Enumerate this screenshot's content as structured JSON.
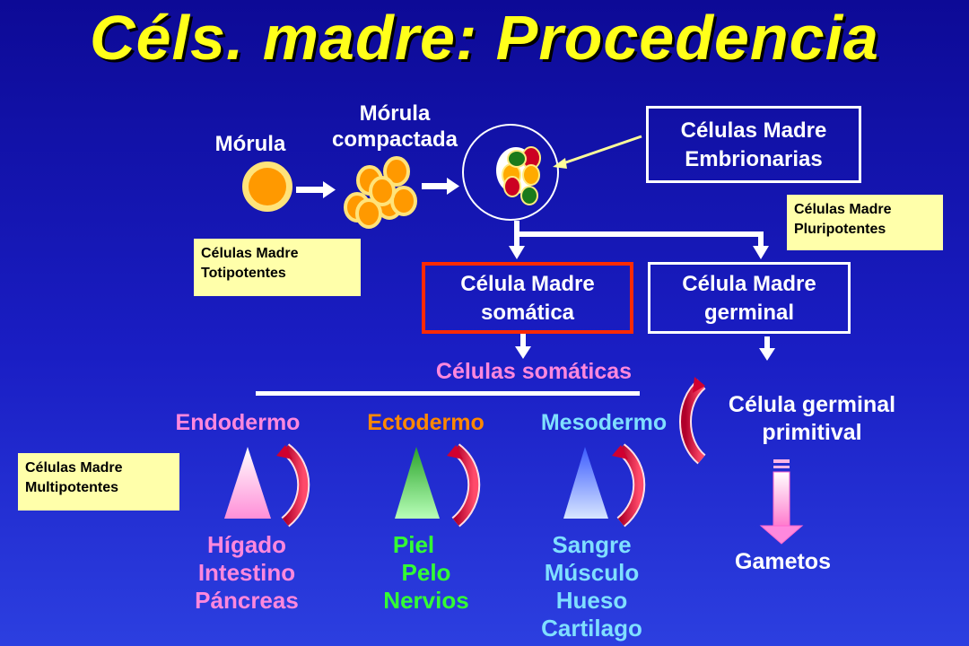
{
  "title": "Céls. madre: Procedencia",
  "stages": {
    "morula": "Mórula",
    "morula_compactada_1": "Mórula",
    "morula_compactada_2": "compactada"
  },
  "notes": {
    "totipotentes_1": "Células  Madre",
    "totipotentes_2": "Totipotentes",
    "pluripotentes_1": "Células  Madre",
    "pluripotentes_2": "Pluripotentes",
    "multipotentes_1": "Células Madre",
    "multipotentes_2": "Multipotentes"
  },
  "boxes": {
    "embrionarias_1": "Células Madre",
    "embrionarias_2": "Embrionarias",
    "somatica_1": "Célula Madre",
    "somatica_2": "somática",
    "germinal_1": "Célula Madre",
    "germinal_2": "germinal"
  },
  "somatic_cells_label": "Células somáticas",
  "layers": {
    "endodermo": "Endodermo",
    "ectodermo": "Ectodermo",
    "mesodermo": "Mesodermo"
  },
  "germinal_primitive_1": "Célula germinal",
  "germinal_primitive_2": "primitival",
  "endodermo_products": [
    "Hígado",
    "Intestino",
    "Páncreas"
  ],
  "ectodermo_products": [
    "Piel",
    "Pelo",
    "Nervios"
  ],
  "mesodermo_products": [
    "Sangre",
    "Músculo",
    "Hueso",
    "Cartilago"
  ],
  "gametos": "Gametos",
  "colors": {
    "title": "#ffff1a",
    "endodermo": "#ff88dd",
    "ectodermo": "#ff8800",
    "mesodermo": "#7fdfff",
    "nervios_green": "#33ff33",
    "highlight_box": "#ff2a00",
    "note_bg": "#ffffaa"
  }
}
